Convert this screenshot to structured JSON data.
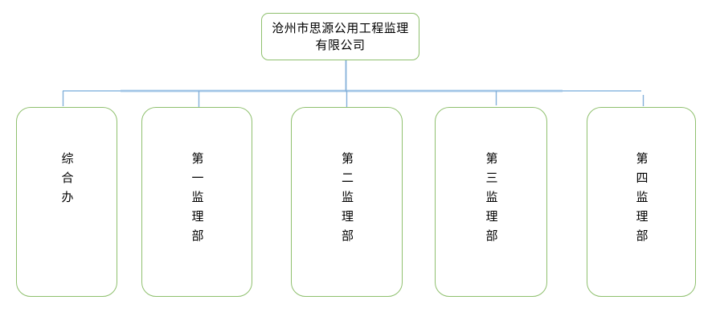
{
  "chart": {
    "type": "org-chart",
    "root": {
      "label": "沧州市思源公用工程监理有限公司",
      "lines": [
        "沧州市思源公用工程监理",
        "有限公司"
      ]
    },
    "departments": [
      {
        "label": "综合办"
      },
      {
        "label": "第一监理部"
      },
      {
        "label": "第二监理部"
      },
      {
        "label": "第三监理部"
      },
      {
        "label": "第四监理部"
      }
    ],
    "colors": {
      "box_border": "#8fc06e",
      "connector": "#9cc2e5",
      "connector_dark": "#85b0d9",
      "connector_light": "#b9d4ee",
      "text": "#000000",
      "background": "#ffffff"
    }
  }
}
